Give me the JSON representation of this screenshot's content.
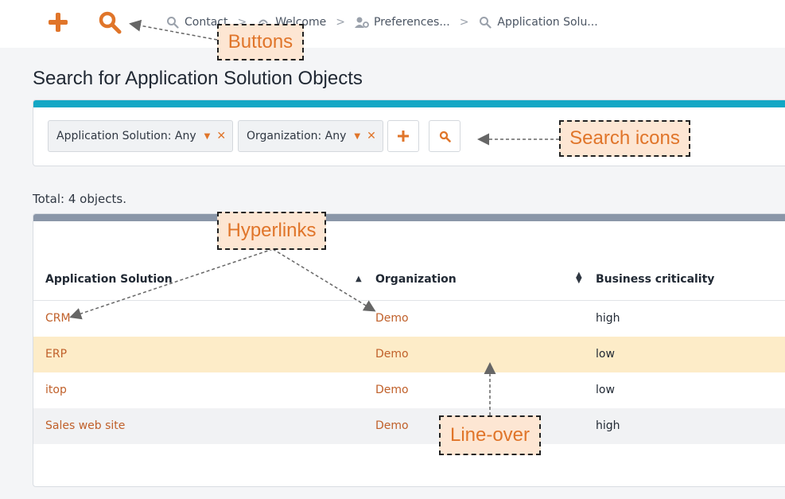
{
  "breadcrumb": {
    "items": [
      {
        "label": "Contact",
        "icon": "search-icon"
      },
      {
        "label": "Welcome",
        "icon": "welcome-icon"
      },
      {
        "label": "Preferences...",
        "icon": "user-preferences-icon"
      },
      {
        "label": "Application Solu...",
        "icon": "search-icon"
      }
    ]
  },
  "page": {
    "title": "Search for Application Solution Objects",
    "total": "Total: 4 objects."
  },
  "search": {
    "criteria": [
      {
        "label": "Application Solution: Any"
      },
      {
        "label": "Organization: Any"
      }
    ]
  },
  "table": {
    "columns": [
      "Application Solution",
      "Organization",
      "Business criticality"
    ],
    "rows": [
      {
        "name": "CRM",
        "organization": "Demo",
        "criticality": "high"
      },
      {
        "name": "ERP",
        "organization": "Demo",
        "criticality": "low"
      },
      {
        "name": "itop",
        "organization": "Demo",
        "criticality": "low"
      },
      {
        "name": "Sales web site",
        "organization": "Demo",
        "criticality": "high"
      }
    ],
    "highlighted_row": 1
  },
  "annotations": {
    "buttons": "Buttons",
    "search_icons": "Search icons",
    "hyperlinks": "Hyperlinks",
    "line_over": "Line-over"
  },
  "colors": {
    "accent_orange": "#e0752a",
    "search_accent": "#12a7c5",
    "table_accent": "#8a96a8",
    "row_hover": "#fdecc8",
    "callout_bg": "#fde6d3"
  }
}
